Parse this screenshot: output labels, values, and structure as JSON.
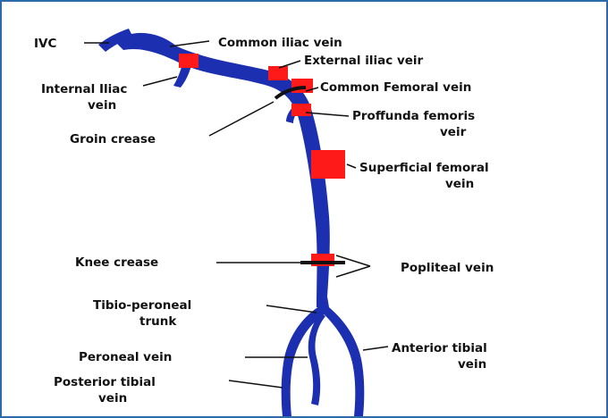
{
  "colors": {
    "vein": "#1b2fb0",
    "marker": "#ff1a1a",
    "leader": "#111111",
    "frame": "#2d6aa8"
  },
  "labels": {
    "ivc": "IVC",
    "common_iliac": "Common iliac vein",
    "external_iliac": "External iliac veir",
    "internal_iliac_1": "Internal Iliac",
    "internal_iliac_2": "vein",
    "common_femoral": "Common Femoral vein",
    "profunda_1": "Proffunda femoris",
    "profunda_2": "veir",
    "groin_crease": "Groin crease",
    "sfv_1": "Superficial femoral",
    "sfv_2": "vein",
    "knee_crease": "Knee crease",
    "popliteal": "Popliteal vein",
    "tibioperoneal_1": "Tibio-peroneal",
    "tibioperoneal_2": "trunk",
    "peroneal": "Peroneal vein",
    "anterior_tibial_1": "Anterior tibial",
    "anterior_tibial_2": "vein",
    "posterior_tibial_1": "Posterior tibial",
    "posterior_tibial_2": "vein"
  }
}
